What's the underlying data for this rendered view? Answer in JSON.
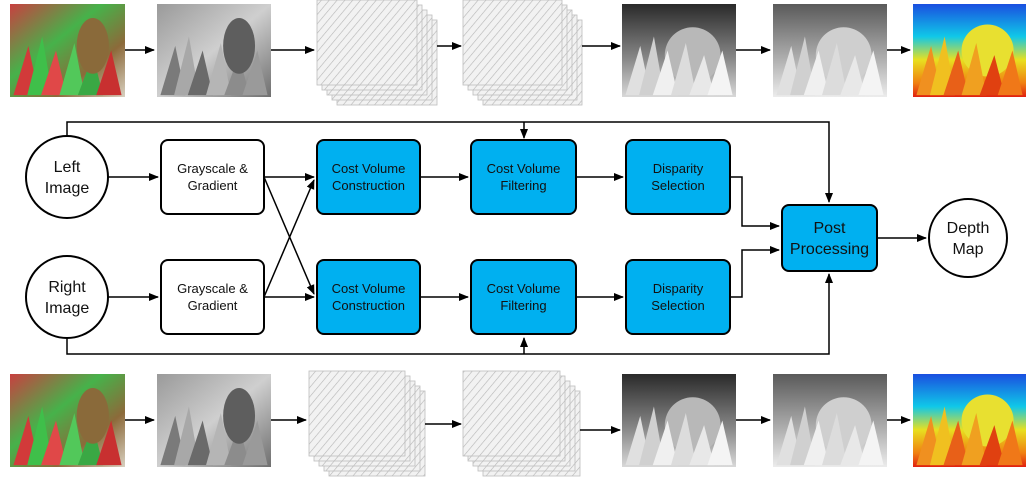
{
  "nodes": {
    "left_image": [
      "Left",
      "Image"
    ],
    "right_image": [
      "Right",
      "Image"
    ],
    "gray_top": [
      "Grayscale &",
      "Gradient"
    ],
    "gray_bottom": [
      "Grayscale &",
      "Gradient"
    ],
    "cvc_top": [
      "Cost Volume",
      "Construction"
    ],
    "cvc_bottom": [
      "Cost Volume",
      "Construction"
    ],
    "cvf_top": [
      "Cost Volume",
      "Filtering"
    ],
    "cvf_bottom": [
      "Cost Volume",
      "Filtering"
    ],
    "ds_top": [
      "Disparity",
      "Selection"
    ],
    "ds_bottom": [
      "Disparity",
      "Selection"
    ],
    "post": [
      "Post",
      "Processing"
    ],
    "depth_map": [
      "Depth",
      "Map"
    ]
  },
  "colors": {
    "process_fill": "#00b0f0",
    "plain_fill": "#ffffff",
    "stroke": "#000000"
  },
  "thumbnails": {
    "stages": [
      "color-input",
      "grayscale",
      "gradient-stack",
      "filtered-stack",
      "raw-disparity",
      "refined-disparity",
      "colored-depth"
    ]
  }
}
